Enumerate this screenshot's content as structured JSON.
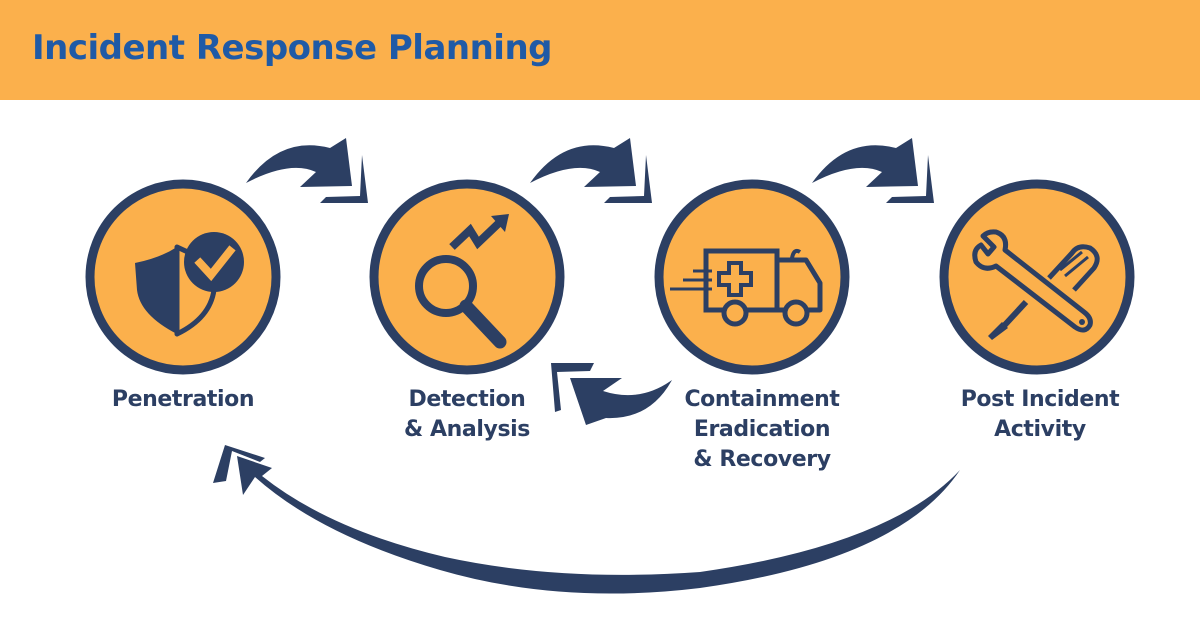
{
  "header": {
    "title": "Incident Response Planning"
  },
  "colors": {
    "banner": "#fbb04c",
    "title": "#1f5aa6",
    "navy": "#2c3f63",
    "circle_fill": "#fbb04c",
    "background": "#ffffff"
  },
  "steps": [
    {
      "label_lines": [
        "Penetration"
      ],
      "icon": "shield-check-icon"
    },
    {
      "label_lines": [
        "Detection",
        "& Analysis"
      ],
      "icon": "magnifier-trend-icon"
    },
    {
      "label_lines": [
        "Containment",
        "Eradication",
        "& Recovery"
      ],
      "icon": "ambulance-icon"
    },
    {
      "label_lines": [
        "Post Incident",
        "Activity"
      ],
      "icon": "wrench-screwdriver-icon"
    }
  ],
  "arrows": [
    {
      "from": "Penetration",
      "to": "Detection & Analysis"
    },
    {
      "from": "Detection & Analysis",
      "to": "Containment Eradication & Recovery"
    },
    {
      "from": "Containment Eradication & Recovery",
      "to": "Post Incident Activity"
    },
    {
      "from": "Containment Eradication & Recovery",
      "to": "Detection & Analysis"
    },
    {
      "from": "Post Incident Activity",
      "to": "Penetration"
    }
  ]
}
